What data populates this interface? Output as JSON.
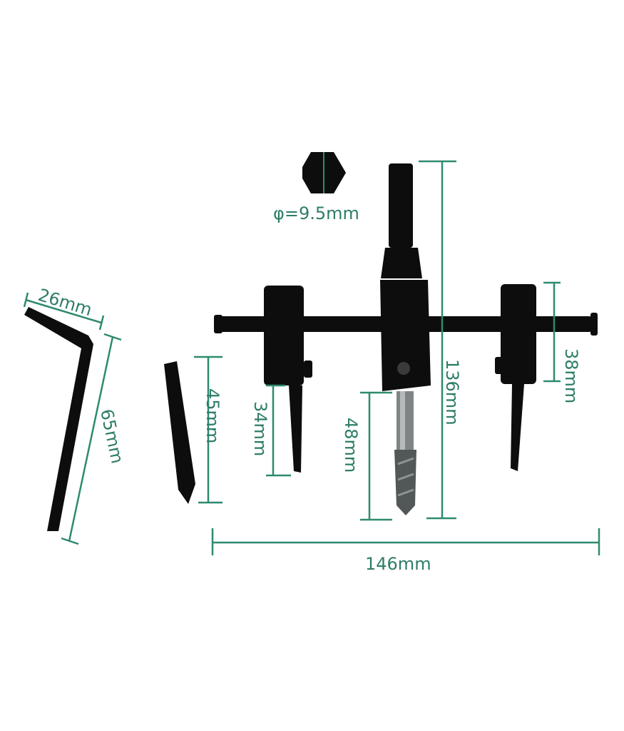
{
  "labels": {
    "shank_diameter": "φ=9.5mm",
    "wrench_width": "26mm",
    "wrench_length": "65mm",
    "pilot_length": "45mm",
    "left_blade": "34mm",
    "drill_length": "48mm",
    "overall_height": "136mm",
    "right_blade": "38mm",
    "overall_width": "146mm"
  },
  "colors": {
    "dimension": "#2e8a70",
    "tool": "#0d0d0d",
    "background": "#ffffff"
  }
}
